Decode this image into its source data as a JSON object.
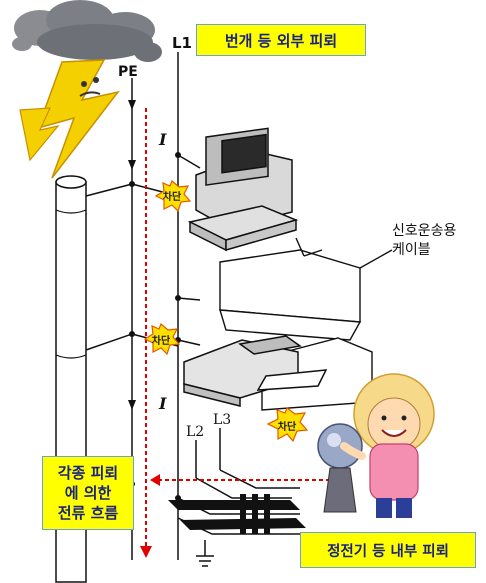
{
  "title": "번개 등 외부 피뢰",
  "flow_box": {
    "line1": "각종 피뢰",
    "line2": "에 의한",
    "line3": "전류 흐름"
  },
  "internal_box": "정전기 등 내부 피뢰",
  "cable_label": {
    "line1": "신호운송용",
    "line2": "케이블"
  },
  "line_labels": {
    "l1": "L1",
    "pe": "PE",
    "l2": "L2",
    "l3": "L3"
  },
  "current_symbol": "I",
  "cutoff_label": "차단",
  "colors": {
    "box_fill": "#ffff00",
    "box_text": "#1a237e",
    "box_border": "#6aa0d8",
    "flow_arrow": "#e00000",
    "burst_fill": "#ffe000",
    "burst_stroke": "#e05a00",
    "cloud": "#7d7f86",
    "lightning": "#f5d000"
  }
}
